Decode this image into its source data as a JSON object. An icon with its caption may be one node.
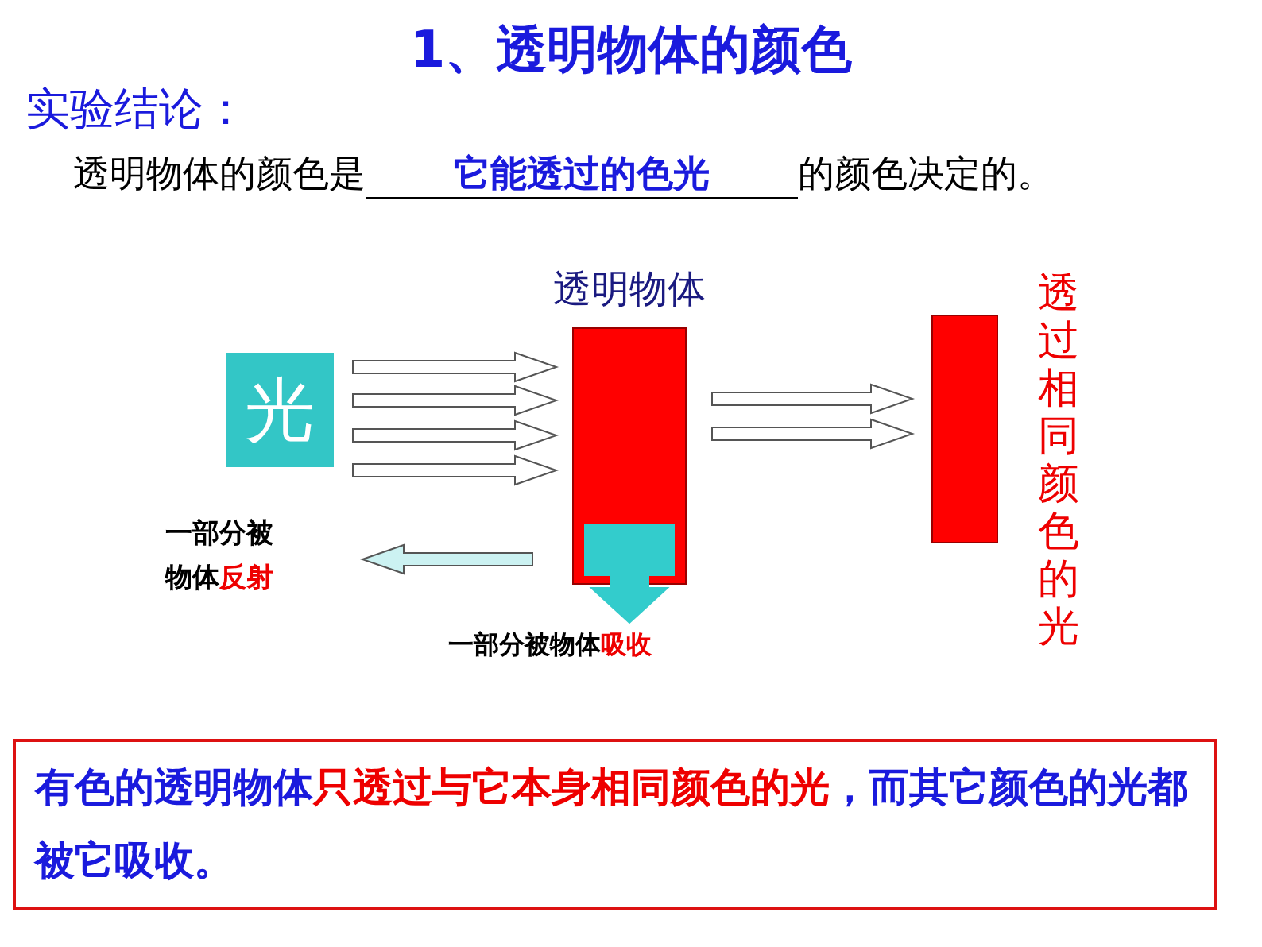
{
  "diagram": {
    "title": "1、透明物体的颜色",
    "nodes": [
      {
        "text": [
          "光"
        ]
      },
      {
        "text": [
          "透明物体"
        ]
      },
      {
        "text": [],
        "shape": "bar",
        "beside": [
          "透过相同颜色的光"
        ]
      },
      {
        "text": [
          "一部分被物体**反射**"
        ]
      },
      {
        "text": [
          "一部分被物体**吸收**"
        ]
      },
      {
        "text": [
          "有色的透明物体**只透过与它本身相同颜色的光**，而其它颜色的光都被它吸收。"
        ]
      }
    ],
    "edges": [
      {
        "from": 0,
        "to": 1,
        "arrow": "to"
      },
      {
        "from": 0,
        "to": 1,
        "arrow": "to"
      },
      {
        "from": 0,
        "to": 1,
        "arrow": "to"
      },
      {
        "from": 0,
        "to": 1,
        "arrow": "to"
      },
      {
        "from": 1,
        "to": 2,
        "arrow": "to"
      },
      {
        "from": 1,
        "to": 2,
        "arrow": "to"
      },
      {
        "from": 1,
        "to": 3,
        "arrow": "to",
        "color": "#ccf2f2"
      },
      {
        "from": 1,
        "to": 4,
        "arrow": "to",
        "color": "#33cccc"
      }
    ],
    "labels": [
      "实验结论：",
      "透明物体的颜色是",
      "它能透过的色光",
      "的颜色决定的。"
    ]
  }
}
